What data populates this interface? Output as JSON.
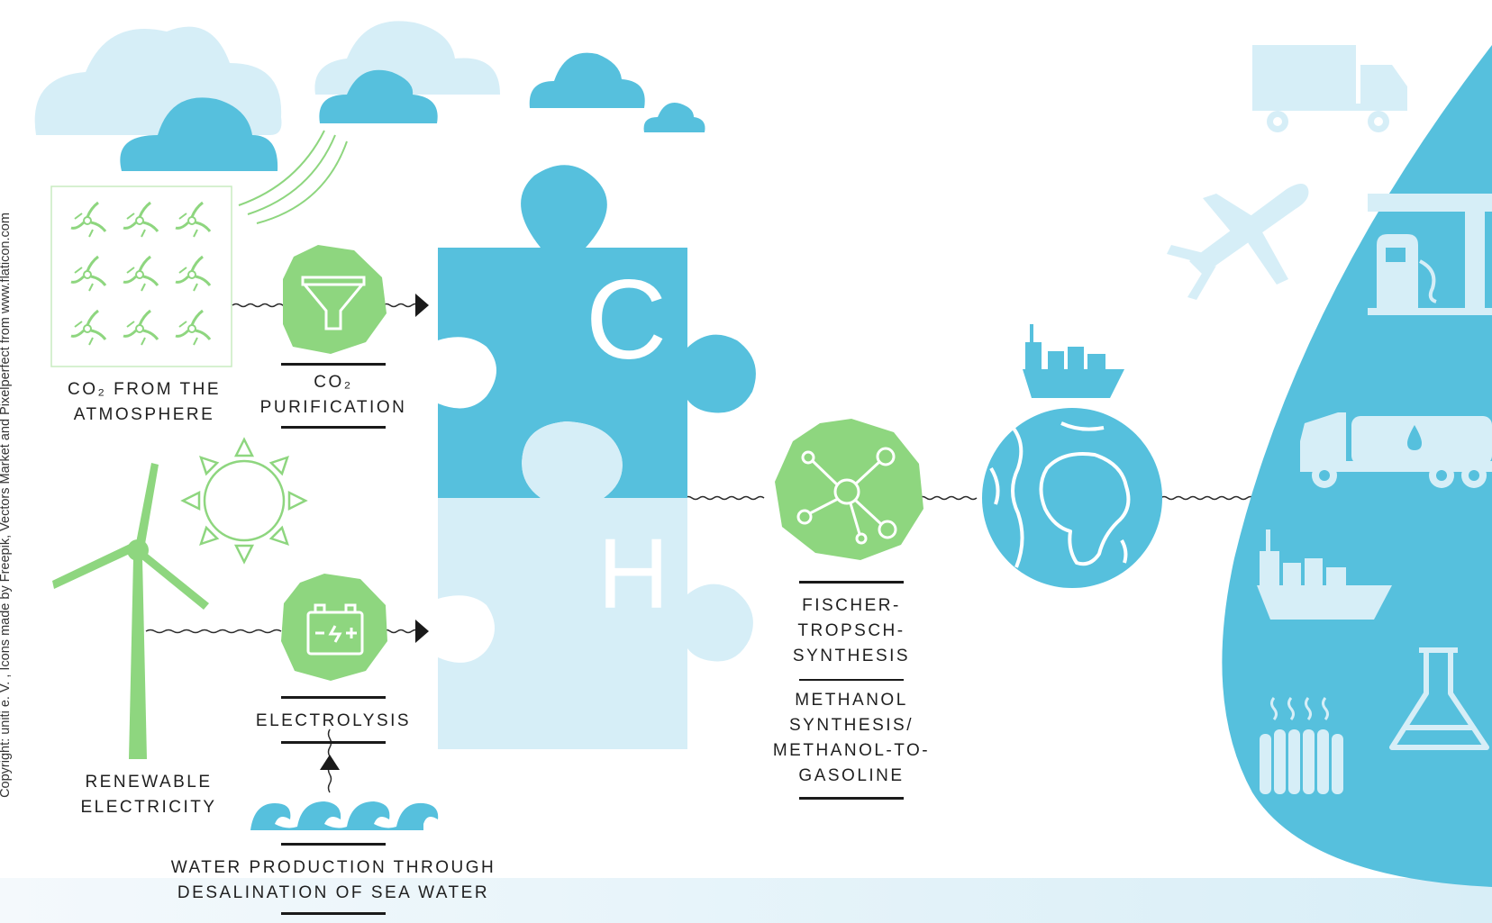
{
  "labels": {
    "co2_atmosphere": [
      "CO₂ FROM THE",
      "ATMOSPHERE"
    ],
    "co2_purification": [
      "CO₂",
      "PURIFICATION"
    ],
    "electrolysis": "ELECTROLYSIS",
    "renewable": [
      "RENEWABLE",
      "ELECTRICITY"
    ],
    "water": [
      "WATER PRODUCTION THROUGH",
      "DESALINATION OF SEA WATER"
    ],
    "fischer": [
      "FISCHER-",
      "TROPSCH-",
      "SYNTHESIS"
    ],
    "methanol": [
      "METHANOL",
      "SYNTHESIS/",
      "METHANOL-TO-",
      "GASOLINE"
    ]
  },
  "puzzle_letters": {
    "carbon": "C",
    "hydrogen": "H"
  },
  "copyright": "Copyright: uniti e. V. , Icons made by Freepik, Vectors Market and Pixelperfect from www.flaticon.com",
  "colors": {
    "blue": "#56c0dd",
    "light_blue": "#d6eef7",
    "green": "#8ed67f",
    "line": "#2b2b2b"
  }
}
